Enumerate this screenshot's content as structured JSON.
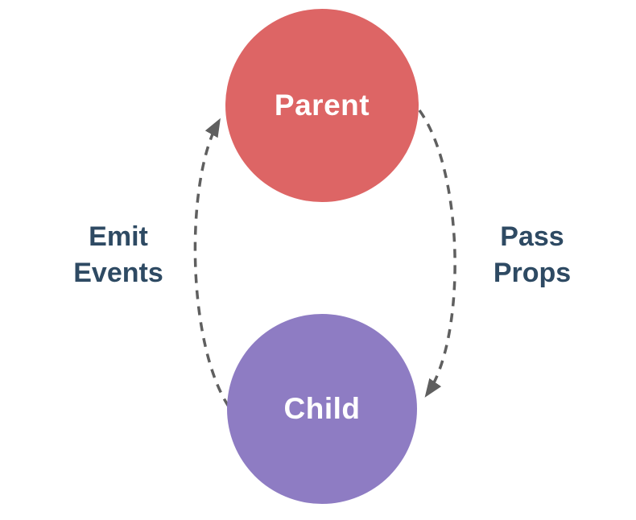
{
  "diagram": {
    "type": "component-communication-cycle",
    "nodes": [
      {
        "id": "parent",
        "label": "Parent",
        "shape": "circle",
        "color": "#DD6565"
      },
      {
        "id": "child",
        "label": "Child",
        "shape": "circle",
        "color": "#8E7CC3"
      }
    ],
    "edges": [
      {
        "id": "emit-events",
        "from": "child",
        "to": "parent",
        "side": "left",
        "style": "dashed-arc",
        "label": "Emit Events",
        "label_lines": [
          "Emit",
          "Events"
        ]
      },
      {
        "id": "pass-props",
        "from": "parent",
        "to": "child",
        "side": "right",
        "style": "dashed-arc",
        "label": "Pass Props",
        "label_lines": [
          "Pass",
          "Props"
        ]
      }
    ]
  },
  "colors": {
    "parent_node": "#DD6565",
    "child_node": "#8E7CC3",
    "node_text": "#FFFFFF",
    "arrow": "#5F5F5F",
    "label_text": "#2E4A63",
    "background": "#FFFFFF"
  }
}
